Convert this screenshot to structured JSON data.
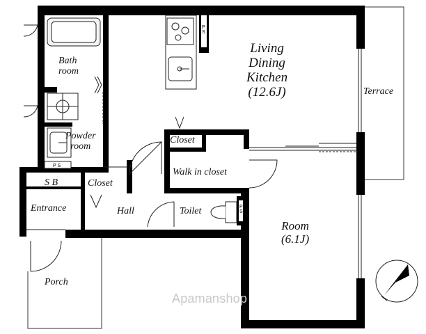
{
  "rooms": {
    "bath": "Bath\nroom",
    "powder": "Powder\nroom",
    "ldk": "Living\nDining\nKitchen\n(12.6J)",
    "terrace": "Terrace",
    "closet_top": "Closet",
    "walkin": "Walk in closet",
    "sb": "S B",
    "closet_left": "Closet",
    "entrance": "Entrance",
    "hall": "Hall",
    "toilet": "Toilet",
    "room": "Room\n(6.1J)",
    "porch": "Porch"
  },
  "ps_labels": {
    "kitchen": "P\nS",
    "entrance": "P S",
    "toilet": "P\nS"
  },
  "watermark": "Apamanshop",
  "colors": {
    "wall": "#000000",
    "line": "#222222",
    "fixture_fill": "#f4f4f4",
    "watermark": "#c8c8c8"
  },
  "icons": {
    "compass": "north-arrow-icon"
  }
}
